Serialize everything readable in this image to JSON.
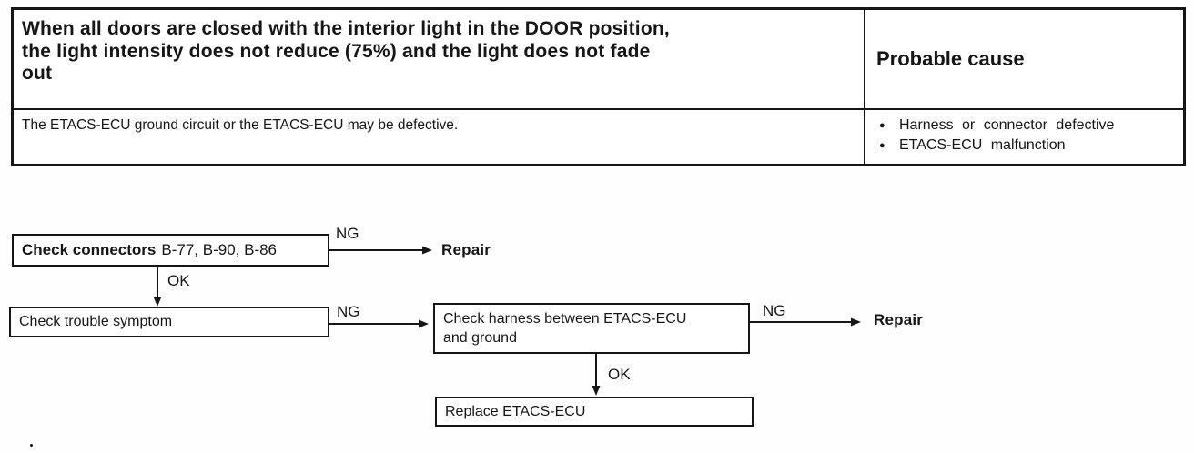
{
  "page": {
    "background": "#fefefe",
    "ink": "#161616"
  },
  "table": {
    "symptom_title_lines": [
      "When all doors are closed with the interior light in the DOOR position,",
      "the light intensity does not reduce (75%) and the light does not fade",
      "out"
    ],
    "probable_cause_header": "Probable cause",
    "symptom_description": "The ETACS-ECU ground circuit or the ETACS-ECU may be defective.",
    "bullet_glyph": "●",
    "probable_causes": [
      "Harness or connector defective",
      "ETACS-ECU malfunction"
    ]
  },
  "flowchart": {
    "step1": {
      "bold": "Check connectors",
      "rest": "B-77, B-90, B-86"
    },
    "step2": "Check trouble symptom",
    "step3_lines": [
      "Check harness between ETACS-ECU",
      "and ground"
    ],
    "step4": "Replace ETACS-ECU",
    "labels": {
      "ng": "NG",
      "ok": "OK",
      "repair": "Repair"
    }
  }
}
